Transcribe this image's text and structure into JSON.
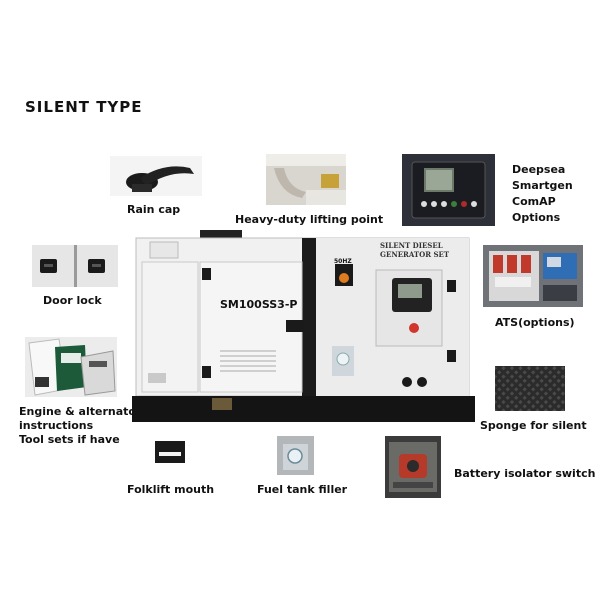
{
  "title": "SILENT TYPE",
  "generator": {
    "side_text": "SILENT DIESEL GENERATOR SET",
    "model": "SM100SS3-P",
    "frequency": "50HZ"
  },
  "labels": {
    "rain_cap": "Rain cap",
    "lifting_point": "Heavy-duty lifting point",
    "controller": [
      "Deepsea",
      "Smartgen",
      "ComAP",
      "Options"
    ],
    "door_lock": "Door lock",
    "ats": "ATS(options)",
    "manuals": [
      "Engine & alternator",
      "instructions",
      "Tool sets if have"
    ],
    "sponge": "Sponge for silent",
    "forklift": "Folklift mouth",
    "fuel_filler": "Fuel tank filler",
    "battery_switch": "Battery isolator switch"
  }
}
